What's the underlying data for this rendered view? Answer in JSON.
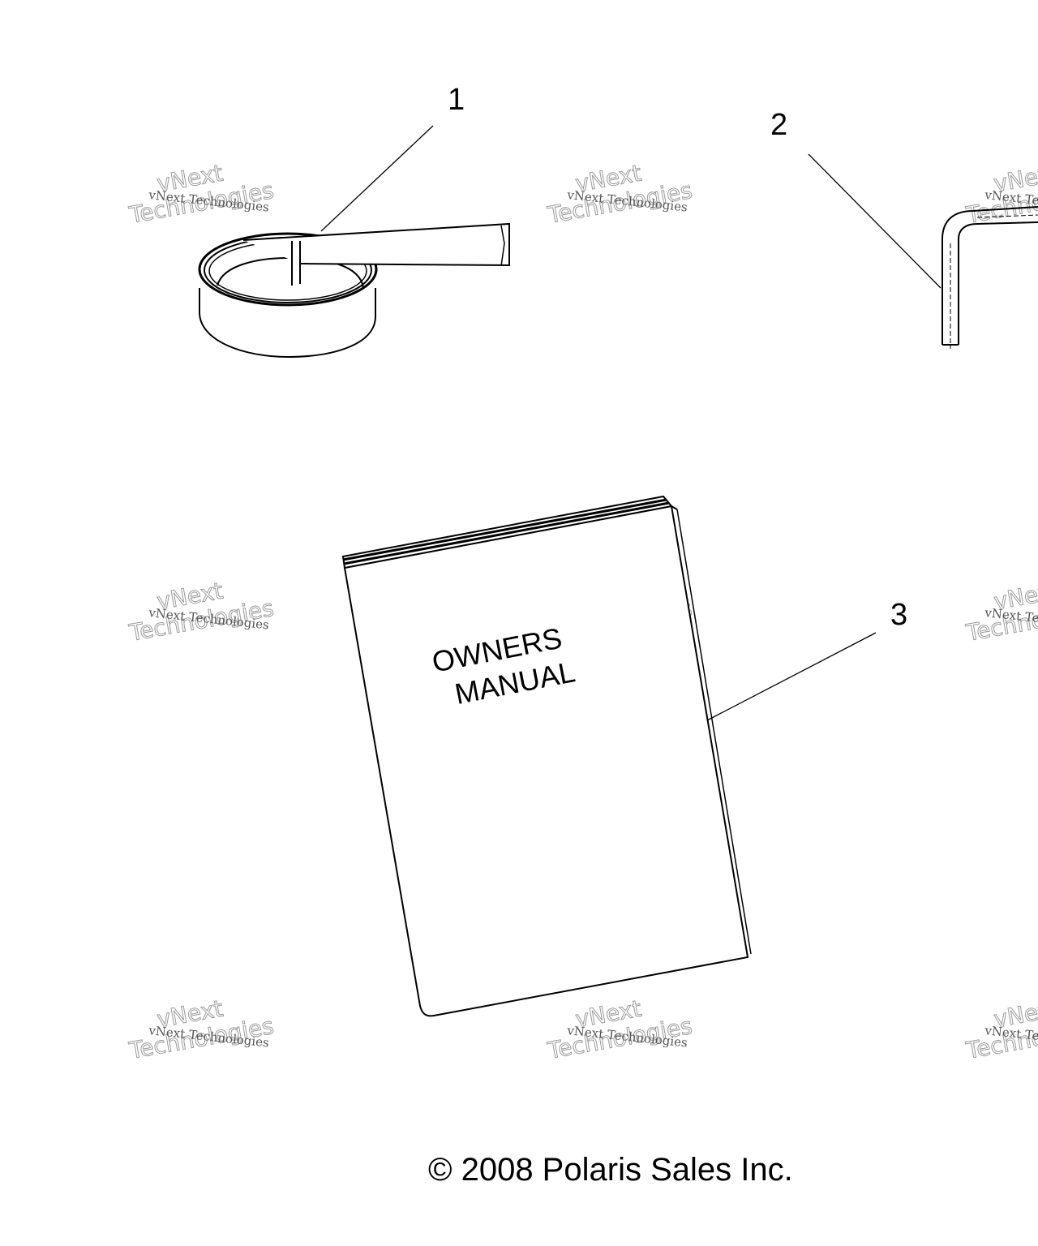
{
  "callouts": {
    "item1": "1",
    "item2": "2",
    "item3": "3"
  },
  "manual_cover": {
    "line1": "OWNERS",
    "line2": "MANUAL"
  },
  "watermark": {
    "small": "vNext Technologies",
    "big_line1": "vNext",
    "big_line2": "Technologies"
  },
  "copyright": "© 2008 Polaris Sales Inc.",
  "colors": {
    "line": "#000000",
    "background": "#ffffff",
    "watermark": "#9a9a9a"
  }
}
